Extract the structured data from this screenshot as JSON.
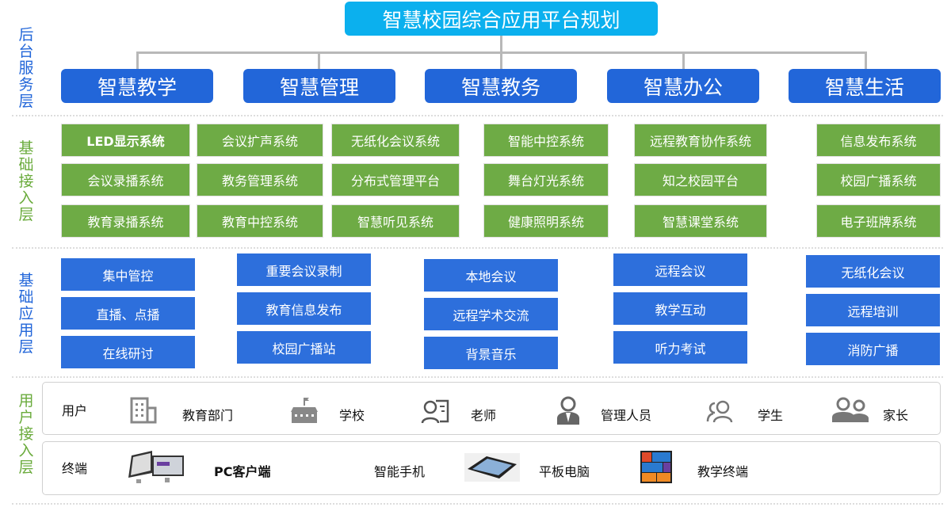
{
  "title": "智慧校园综合应用平台规划",
  "layers": {
    "backend": "后台服务层",
    "access": "基础接入层",
    "app": "基础应用层",
    "user": "用户接入层"
  },
  "services": [
    "智慧教学",
    "智慧管理",
    "智慧教务",
    "智慧办公",
    "智慧生活"
  ],
  "access_systems": [
    [
      "LED显示系统",
      "会议录播系统",
      "教育录播系统"
    ],
    [
      "会议扩声系统",
      "教务管理系统",
      "教育中控系统"
    ],
    [
      "无纸化会议系统",
      "分布式管理平台",
      "智慧听见系统"
    ],
    [
      "智能中控系统",
      "舞台灯光系统",
      "健康照明系统"
    ],
    [
      "远程教育协作系统",
      "知之校园平台",
      "智慧课堂系统"
    ],
    [
      "信息发布系统",
      "校园广播系统",
      "电子班牌系统"
    ]
  ],
  "applications": [
    [
      "集中管控",
      "直播、点播",
      "在线研讨"
    ],
    [
      "重要会议录制",
      "教育信息发布",
      "校园广播站"
    ],
    [
      "本地会议",
      "远程学术交流",
      "背景音乐"
    ],
    [
      "远程会议",
      "教学互动",
      "听力考试"
    ],
    [
      "无纸化会议",
      "远程培训",
      "消防广播"
    ]
  ],
  "users": {
    "label": "用户",
    "items": [
      "教育部门",
      "学校",
      "老师",
      "管理人员",
      "学生",
      "家长"
    ]
  },
  "terminals": {
    "label": "终端",
    "items": [
      "PC客户端",
      "智能手机",
      "平板电脑",
      "教学终端"
    ]
  }
}
